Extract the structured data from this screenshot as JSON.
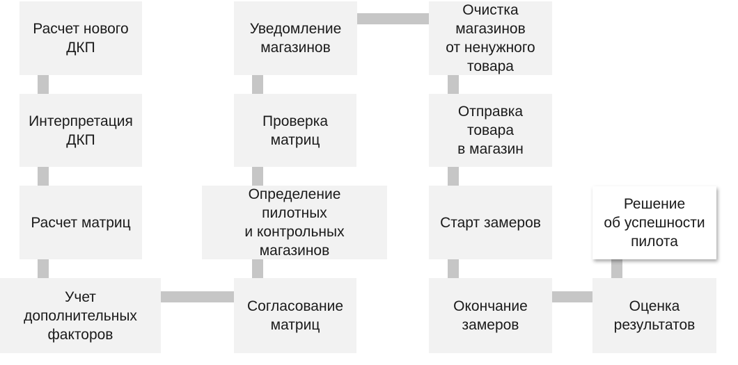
{
  "diagram": {
    "nodes": [
      {
        "id": "calc-new-dkp",
        "label": "Расчет нового\nДКП"
      },
      {
        "id": "interpret-dkp",
        "label": "Интерпретация\nДКП"
      },
      {
        "id": "calc-matrices",
        "label": "Расчет матриц"
      },
      {
        "id": "extra-factors",
        "label": "Учет\nдополнительных\nфакторов"
      },
      {
        "id": "approve-matrices",
        "label": "Согласование\nматриц"
      },
      {
        "id": "define-stores",
        "label": "Определение\nпилотных\nи контрольных\nмагазинов"
      },
      {
        "id": "check-matrices",
        "label": "Проверка\nматриц"
      },
      {
        "id": "notify-stores",
        "label": "Уведомление\nмагазинов"
      },
      {
        "id": "clean-stores",
        "label": "Очистка\nмагазинов\nот ненужного\nтовара"
      },
      {
        "id": "ship-goods",
        "label": "Отправка\nтовара\nв магазин"
      },
      {
        "id": "start-measure",
        "label": "Старт замеров"
      },
      {
        "id": "end-measure",
        "label": "Окончание\nзамеров"
      },
      {
        "id": "evaluate",
        "label": "Оценка\nрезультатов"
      },
      {
        "id": "decision",
        "label": "Решение\nоб успешности\nпилота"
      }
    ],
    "edges": [
      {
        "from": "calc-new-dkp",
        "to": "interpret-dkp"
      },
      {
        "from": "interpret-dkp",
        "to": "calc-matrices"
      },
      {
        "from": "calc-matrices",
        "to": "extra-factors"
      },
      {
        "from": "extra-factors",
        "to": "approve-matrices"
      },
      {
        "from": "approve-matrices",
        "to": "define-stores"
      },
      {
        "from": "define-stores",
        "to": "check-matrices"
      },
      {
        "from": "check-matrices",
        "to": "notify-stores"
      },
      {
        "from": "notify-stores",
        "to": "clean-stores"
      },
      {
        "from": "clean-stores",
        "to": "ship-goods"
      },
      {
        "from": "ship-goods",
        "to": "start-measure"
      },
      {
        "from": "start-measure",
        "to": "end-measure"
      },
      {
        "from": "end-measure",
        "to": "evaluate"
      },
      {
        "from": "evaluate",
        "to": "decision"
      }
    ]
  },
  "colors": {
    "box_fill": "#f2f2f2",
    "highlight_fill": "#ffffff",
    "connector": "#c6c6c6",
    "text": "#1a1a1a"
  }
}
